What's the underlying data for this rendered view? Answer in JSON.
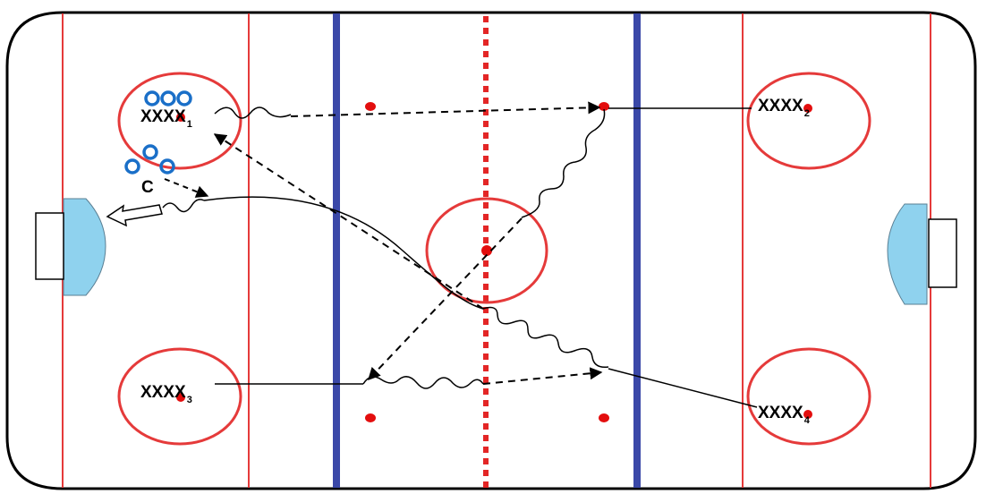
{
  "diagram": {
    "colors": {
      "board": "#000000",
      "red_line": "#e53a3a",
      "blue_line": "#3a48a8",
      "center_line": "#e32626",
      "dot": "#e30e0e",
      "crease_fill": "#8fd2ee",
      "puck_ring": "#1a6fc8",
      "path": "#000000"
    },
    "labels": {
      "group1": {
        "base": "XXXX",
        "sub": "1"
      },
      "group2": {
        "base": "XXXX",
        "sub": "2"
      },
      "group3": {
        "base": "XXXX",
        "sub": "3"
      },
      "group4": {
        "base": "XXXX",
        "sub": "4"
      },
      "coach": "C"
    }
  }
}
